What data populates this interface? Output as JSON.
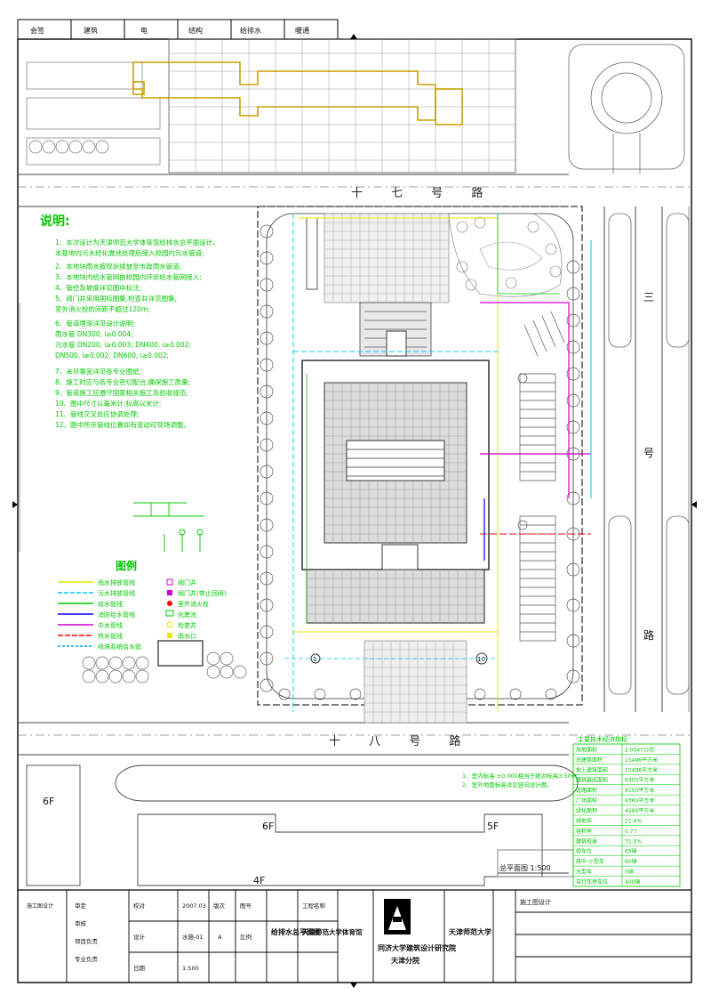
{
  "header_strip": {
    "cells": [
      "会签",
      "建筑",
      "电",
      "结构",
      "给排水",
      "暖通"
    ]
  },
  "roads": {
    "top": "十 七 号 路",
    "bottom": "十 八 号 路",
    "right_top": "三",
    "right_mid": "号",
    "right_bottom": "路"
  },
  "notes": {
    "title": "说明:",
    "lines": [
      "1、本次设计为天津师范大学体育馆给排水总平面设计。",
      "   本基地内污水经化粪池处理后接入校园内污水管道;",
      "2、本地块雨水按现状排放至市政雨水管道;",
      "3、本地块内给水管网由校园内环状给水管网接入;",
      "4、管径及坡度详见图中标注;",
      "5、阀门井采用国标图集,检查井详见图集;",
      "   室外消火栓的间距不超过120m;",
      "6、管道埋深详见设计说明:",
      "   雨水管 DN300, i≥0.004;",
      "   污水管 DN200, i≥0.003; DN400, i≥0.002;",
      "   DN500, i≥0.002; DN600, i≥0.002;",
      "7、未尽事宜详见各专业图纸;",
      "8、施工时应与各专业密切配合,确保施工质量;",
      "9、管道施工应遵守国家相关施工及验收规范;",
      "10、图中尺寸以毫米计,标高以米计;",
      "11、管线交叉处应协调处理;",
      "12、图中所示管线位置如有变动可现场调整。"
    ]
  },
  "legend": {
    "title": "图例",
    "left": [
      "雨水排放管线",
      "污水排放管线",
      "给水管线",
      "消防给水管线",
      "中水管线",
      "热水管线",
      "喷淋系统给水管"
    ],
    "right": [
      "阀门井",
      "阀门井(带止回阀)",
      "室外消火栓",
      "化粪池",
      "检查井",
      "雨水口"
    ],
    "colors": [
      "#e6e600",
      "#00c8ff",
      "#00c800",
      "#0000ff",
      "#d000d0",
      "#ff0000",
      "#00a0ff"
    ]
  },
  "tables": {
    "heading": "主要技术经济指标",
    "rows": [
      [
        "用地面积",
        "2.0047公顷"
      ],
      [
        "总建筑面积",
        "15496平方米"
      ],
      [
        "地上建筑面积",
        "15496平方米"
      ],
      [
        "建筑基底面积",
        "6305平方米"
      ],
      [
        "道路面积",
        "4150平方米"
      ],
      [
        "广场面积",
        "4360平方米"
      ],
      [
        "绿化面积",
        "4295平方米"
      ],
      [
        "绿地率",
        "21.4%"
      ],
      [
        "容积率",
        "0.77"
      ],
      [
        "建筑密度",
        "31.5%"
      ],
      [
        "停车位",
        "65辆"
      ],
      [
        "其中:小型车",
        "60辆"
      ],
      [
        "大型车",
        "5辆"
      ],
      [
        "自行车停车位",
        "400辆"
      ]
    ],
    "note_lines": [
      "1、室内标高 ±0.000相当于绝对标高3.50m;",
      "2、室外地面标高详见竖向设计图。"
    ]
  },
  "labels": {
    "scale": "总平面图 1:500",
    "bldg_6f_left": "6F",
    "bldg_6f_mid": "6F",
    "bldg_5f": "5F",
    "bldg_4f": "4F",
    "axis_1": "1",
    "axis_10": "10"
  },
  "title_block": {
    "company_top": "同济大学建筑设计研究院",
    "company_sub": "天津分院",
    "project_label": "工程名称",
    "project_name": "天津师范大学体育馆",
    "drawing_name": "给排水总平面图",
    "client": "天津师范大学",
    "stage": "施工图设计",
    "sign_rows": [
      "审定",
      "审核",
      "项目负责",
      "专业负责",
      "校对",
      "设计"
    ],
    "date_label": "日期",
    "date_value": "2007.03",
    "drawing_no": "水施-01",
    "scale_value": "1:500",
    "small_cells": [
      "版次",
      "A",
      "图号",
      "比例"
    ]
  },
  "colors": {
    "notes_green": "#00c800",
    "rain_yellow": "#e6e600",
    "sewage_cyan": "#00c8ff",
    "fire_magenta": "#d000d0",
    "building_tan": "#c8a000"
  }
}
